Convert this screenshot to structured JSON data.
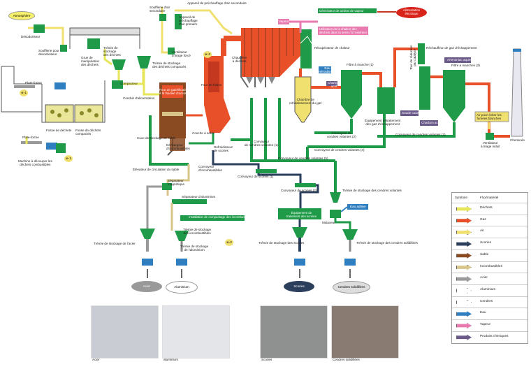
{
  "nodes": {
    "atmosphere": "Atmosphère",
    "deodorizer": "Désodoriseur",
    "deodorizer_blower": "Soufflerie pour\ndésodoriseur",
    "waste_crane": "Grue de\nmanipulation\ndes déchets",
    "storage_hopper": "Trémie de\nstockage\ndes déchets",
    "compactor": "Compacteur",
    "platform_top": "Plate-forme",
    "waste_pit": "Fosse de déchets",
    "compacted_pit": "Fosse de déchets\ncompactés",
    "platform_bottom": "Plate-forme",
    "shredder": "Machine à découper les\ndéchets combustibles",
    "secondary_blower": "Soufflerie d'air\nsecondaire",
    "secondary_preheater": "Appareil de préchauffage d'air secondaire",
    "primary_preheater": "Appareil de\npréchauffage\nd'air primaire",
    "forced_fan": "Ventilateur\nà tirage forcé",
    "compacted_hopper": "Trémie de stockage\ndes déchets compactés",
    "feed_conduit": "Conduit d'alimentation",
    "gasif_furnace": "Four de gazéification\nà lit fluidisé d'actionné",
    "ash_furnace": "Four de fusion",
    "sand_layer": "Couche à sable",
    "debris_unloader": "Déchargeur\nd'incombustibles",
    "sand_tank": "Cuve de stockage de sable",
    "sand_elevator": "Élévateur de circulation du sable",
    "incomb_conveyor": "Convoyeur\nd'incombustibles",
    "slag_cooler": "Refroidisseur\nde scories",
    "magnetic_sep": "Séparateur\nmagnétique",
    "aluminium_sep": "Séparateur d'aluminium",
    "incomb_compaction": "Installation de compactage des incombustibles",
    "incomb_hopper": "Trémie de stockage\ndes incombustibles",
    "alu_hopper": "Trémie de stockage\nde l'aluminium",
    "steel_hopper": "Trémie de stockage de l'acier",
    "slag_conveyor1": "Convoyeur de scories (1)",
    "slag_conveyor2": "Convoyeur de scories (2)",
    "slag_treatment": "Équipement de\ntraitement des scories",
    "slag_hopper": "Trémie de stockage des Scories",
    "flyash_conv1": "Convoyeur\nde cendres volantes (1)",
    "flyash_conv2": "Convoyeur de\ncendres volantes (2)",
    "flyash_conv3": "Convoyeur de cendres volantes (3)",
    "flyash_conv4": "Convoyeur de cendres volantes (4)",
    "flyash_conv5": "Convoyeur de cendres volantes (5)",
    "flyash_hopper": "Trémie de stockage des cendres volantes",
    "mixer": "Malaxeur",
    "chelating": "Eau aditive",
    "solid_ash_hopper": "Trémie de stockage des cendres solidifiées",
    "boiler": "Chaudière\nà déchets",
    "heat_recovery": "Récupérateur de chaleur",
    "vapor_label": "Vapeur",
    "turbine": "Générateur de turbine de vapeur",
    "power_out": "Alimentation\nélectrique",
    "vapor_use": "Utilisation de la chaleur des\ndéchets dans la serre / à l'extérieur",
    "lime": "Eau de\nrefroidissement",
    "carbon": "Charbon\nactif",
    "cooling_tower": "Chambre de\nrefroidissement du gaz",
    "bag_filter1": "Filtre à manche (1)",
    "bag_filter2": "Filtre à manches (2)",
    "exhaust_equip": "Équipement détraitement\ndes gaz d'échappement",
    "soda": "Soude caustique",
    "carbon2": "Charbon actif",
    "reheater": "Réchauffeur de gaz d'échappement",
    "ammonia": "Ammoniac aqueux",
    "catalyst": "Tour de réduction\npar catalyse",
    "air_preheat_note": "Air pour éviter les\nfumées blanches",
    "induced_fan": "Ventilateur\nà tirage induit",
    "chimney": "Cheminée"
  },
  "outputs": {
    "steel": "Acier",
    "aluminium": "Aluminium",
    "slag": "Scories",
    "solid_ash": "Cendres solidifiées"
  },
  "badges": {
    "m1": "※-1",
    "m2": "※-2"
  },
  "legend": {
    "header_symbol": "Symbole",
    "header_flow": "Flux/matériel",
    "rows": [
      {
        "label": "Déchets",
        "color": "#e6e65a"
      },
      {
        "label": "Gaz",
        "color": "#e8502a"
      },
      {
        "label": "Air",
        "color": "#f0e070"
      },
      {
        "label": "Scories",
        "color": "#2b3e5c"
      },
      {
        "label": "Sable",
        "color": "#8a4a22"
      },
      {
        "label": "Incombustibles",
        "color": "#d8c58a"
      },
      {
        "label": "Acier",
        "color": "#9a9a9a"
      },
      {
        "label": "Aluminium",
        "color": "#ffffff"
      },
      {
        "label": "Cendres",
        "color": "#ffffff"
      },
      {
        "label": "Eau",
        "color": "#2f7fc0"
      },
      {
        "label": "Vapeur",
        "color": "#e87ab0"
      },
      {
        "label": "Produits chimiques",
        "color": "#6a5a8a"
      }
    ]
  },
  "photos": {
    "steel": "Acier",
    "aluminium": "aluminium",
    "slag": "Scories",
    "solid_ash": "Cendres solidifiées"
  },
  "colors": {
    "green": "#1e9a48",
    "gas": "#e8502a",
    "air": "#f0e070",
    "water": "#2f7fc0",
    "vapor": "#e87ab0"
  }
}
